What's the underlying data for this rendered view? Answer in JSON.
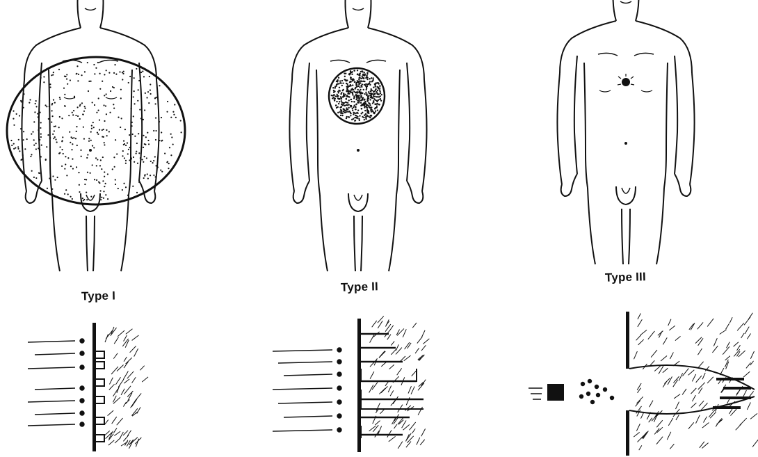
{
  "labels": {
    "type_1": "Type I",
    "type_2": "Type II",
    "type_3": "Type III"
  },
  "colors": {
    "ink": "#111111",
    "background": "#ffffff"
  }
}
